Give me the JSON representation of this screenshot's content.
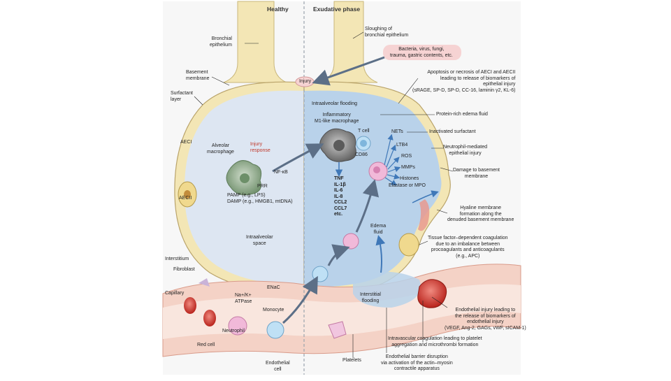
{
  "headers": {
    "healthy": "Healthy",
    "exudative": "Exudative phase"
  },
  "labels": {
    "bronchial_epithelium": "Bronchial\nepithelium",
    "basement_membrane": "Basement\nmembrane",
    "surfactant_layer": "Surfactant\nlayer",
    "aeci": "AECI",
    "aecii": "AECII",
    "alveolar_macrophage": "Alveolar\nmacrophage",
    "injury_response": "Injury\nresponse",
    "nfkb": "NF-κB",
    "prr": "PRR",
    "pamp_damp": "PAMP (e.g., LPS)\nDAMP (e.g., HMGB1, mtDNA)",
    "intraalveolar_space": "Intraalveolar\nspace",
    "interstitium": "Interstitium",
    "fibroblast": "Fibroblast",
    "capillary": "Capillary",
    "enac": "ENaC",
    "na_k_atpase": "Na+/K+\nATPase",
    "monocyte": "Monocyte",
    "red_cell": "Red cell",
    "neutrophil": "Neutrophil",
    "endothelial_cell": "Endothelial\ncell",
    "injury": "Injury",
    "sloughing": "Sloughing of\nbronchial epithelium",
    "bacteria": "Bacteria, virus, fungi,\ntrauma, gastric contents, etc.",
    "apoptosis": "Apoptosis or necrosis of AECI and AECII\nleading to release of biomarkers of\nepithelial injury\n(sRAGE, SP-D, SP-D, CC-16, laminin γ2, KL-6)",
    "intraalveolar_flooding": "Intraalveolar flooding",
    "inflammatory_macrophage": "Inflammatory\nM1-like macrophage",
    "protein_rich_edema": "Protein-rich edema fluid",
    "t_cell": "T cell",
    "cd86": "CD86",
    "nets": "NETs",
    "inactivated_surfactant": "Inactivated surfactant",
    "ltb4": "LTB4",
    "ros": "ROS",
    "mmps": "MMPs",
    "histones": "Histones",
    "elastase_mpo": "Elastase or MPO",
    "neutrophil_mediated": "Neutrophil-mediated\nepithelial injury",
    "damage_basement": "Damage to basement\nmembrane",
    "cytokines": "TNF\nIL-1β\nIL-6\nIL-8\nCCL2\nCCL7\netc.",
    "hyaline": "Hyaline membrane\nformation along the\ndenuded basement membrane",
    "tissue_factor": "Tissue factor–dependent coagulation\ndue to an imbalance between\nprocoagulants and anticoagulants\n(e.g., APC)",
    "edema_fluid": "Edema\nfluid",
    "interstitial_flooding": "Interstitial\nflooding",
    "endothelial_injury": "Endothelial injury leading to\nthe release of biomarkers of\nendothelial injury\n(VEGF, Ang-2, GAGs, vWF, sICAM-1)",
    "intravascular_coag": "Intravascular coagulation leading to platelet\naggregation and microthrombi formation",
    "platelets": "Platelets",
    "barrier_disruption": "Endothelial barrier disruption\nvia activation of the actin–myosin\ncontractile apparatus"
  },
  "colors": {
    "alveolus_healthy": "#dde6f2",
    "alveolus_exudative": "#b9d2ea",
    "membrane": "#f3e6b5",
    "vessel": "#f4d2c6",
    "red_cell": "#d8322a",
    "macrophage_green": "#8fae8a",
    "macrophage_gray": "#7d7d7d",
    "neutrophil_pink": "#f1b9d9",
    "monocyte_blue": "#bfe0f5",
    "arrow": "#5c6f87",
    "highlight": "#f6d3d3"
  }
}
